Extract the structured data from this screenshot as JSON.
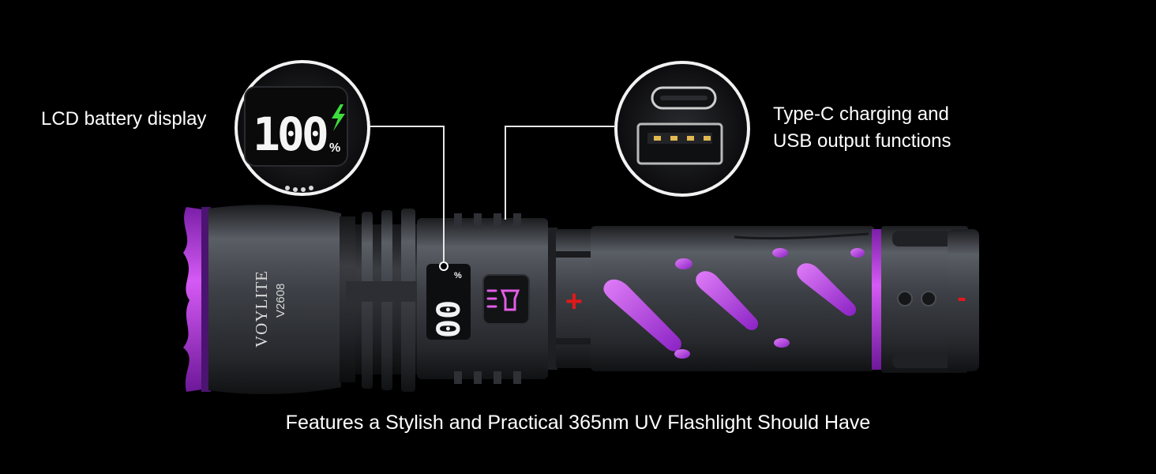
{
  "captions": {
    "lcd_battery_display": "LCD battery display",
    "type_c_line1": "Type-C charging and",
    "type_c_line2": "USB output functions",
    "footer": "Features a Stylish and Practical 365nm UV Flashlight Should Have"
  },
  "product": {
    "brand": "VOYLITE",
    "model": "V2608",
    "battery_readout": "100",
    "battery_unit": "%",
    "body_display_readout": "00",
    "plus_sign": "+",
    "minus_sign": "-"
  },
  "colors": {
    "background": "#000000",
    "accent_purple": "#b43fe0",
    "battery_green": "#3ddc3d",
    "polarity_red": "#e0191b",
    "body_metal": "#3a3d42"
  },
  "icons": {
    "charge_bolt": "lightning-bolt-icon",
    "flashlight_mode": "flashlight-icon"
  }
}
